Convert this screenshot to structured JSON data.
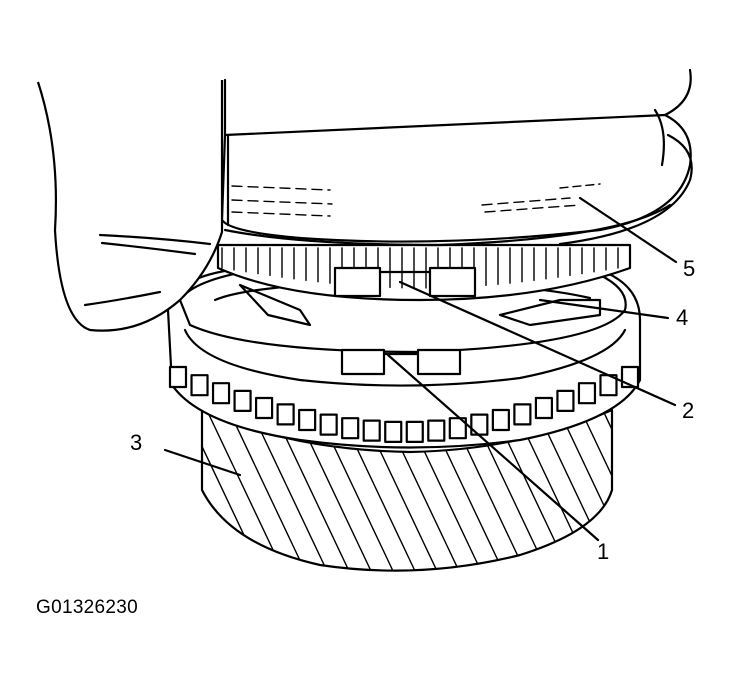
{
  "figure": {
    "id_label": "G01326230",
    "callouts": [
      {
        "key": "c1",
        "text": "1"
      },
      {
        "key": "c2",
        "text": "2"
      },
      {
        "key": "c3",
        "text": "3"
      },
      {
        "key": "c4",
        "text": "4"
      },
      {
        "key": "c5",
        "text": "5"
      }
    ]
  }
}
